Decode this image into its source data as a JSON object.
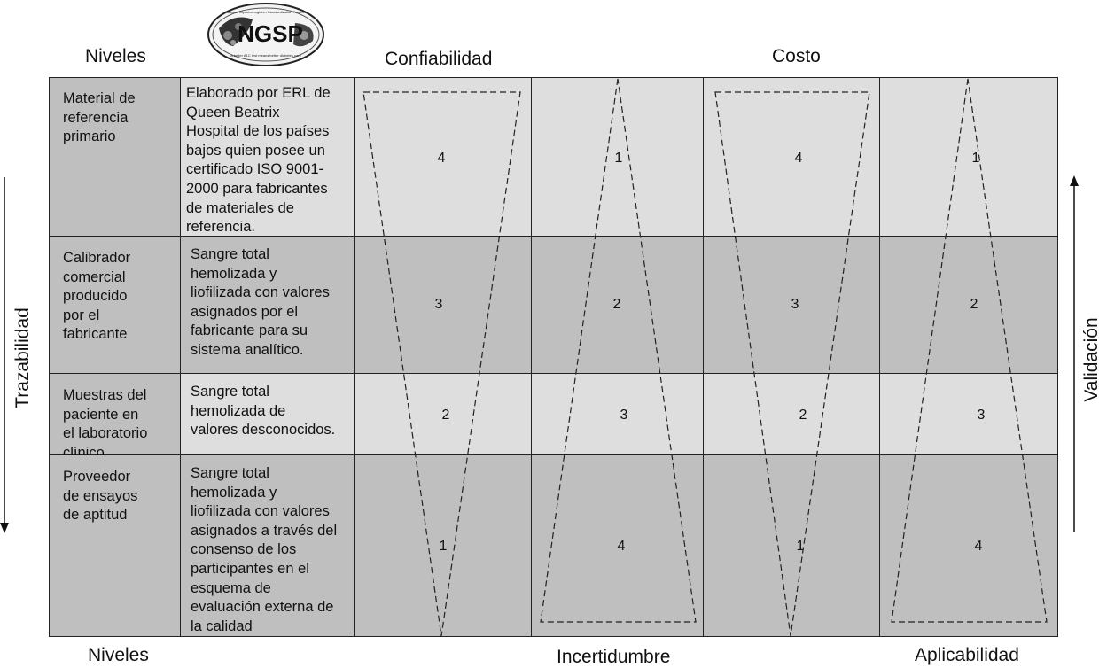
{
  "headers": {
    "niveles_top": "Niveles",
    "confiabilidad": "Confiabilidad",
    "costo": "Costo",
    "niveles_bottom": "Niveles",
    "incertidumbre": "Incertidumbre",
    "aplicabilidad": "Aplicabilidad"
  },
  "logo": {
    "text": "NGSP",
    "top_tagline": "National Glycohemoglobin Standardization Program",
    "bottom_tagline": "A better A1C test means better diabetes care"
  },
  "side_labels": {
    "left": "Trazabilidad",
    "right": "Validación"
  },
  "rows": [
    {
      "name": [
        "Material de",
        "referencia",
        "primario"
      ],
      "description": [
        "Elaborado por ERL de",
        "Queen Beatrix",
        "Hospital de los países",
        "bajos quien posee un",
        "certificado ISO 9001-",
        "2000 para fabricantes",
        "de materiales de",
        "referencia."
      ],
      "values": [
        "4",
        "1",
        "4",
        "1"
      ]
    },
    {
      "name": [
        "Calibrador",
        "comercial",
        "producido",
        "por el",
        "fabricante"
      ],
      "description": [
        "Sangre total",
        "hemolizada y",
        "liofilizada con valores",
        "asignados por el",
        "fabricante para su",
        "sistema analítico."
      ],
      "values": [
        "3",
        "2",
        "3",
        "2"
      ]
    },
    {
      "name": [
        "Muestras del",
        "paciente en",
        "el laboratorio",
        "clínico"
      ],
      "description": [
        "Sangre total",
        "hemolizada de",
        "valores desconocidos."
      ],
      "values": [
        "2",
        "3",
        "2",
        "3"
      ]
    },
    {
      "name": [
        "Proveedor",
        "de ensayos",
        "de aptitud"
      ],
      "description": [
        "Sangre total",
        "hemolizada y",
        "liofilizada con valores",
        "asignados a través del",
        "consenso de los",
        "participantes en el",
        "esquema de",
        "evaluación externa de",
        "la calidad"
      ],
      "values": [
        "1",
        "4",
        "1",
        "4"
      ]
    }
  ]
}
